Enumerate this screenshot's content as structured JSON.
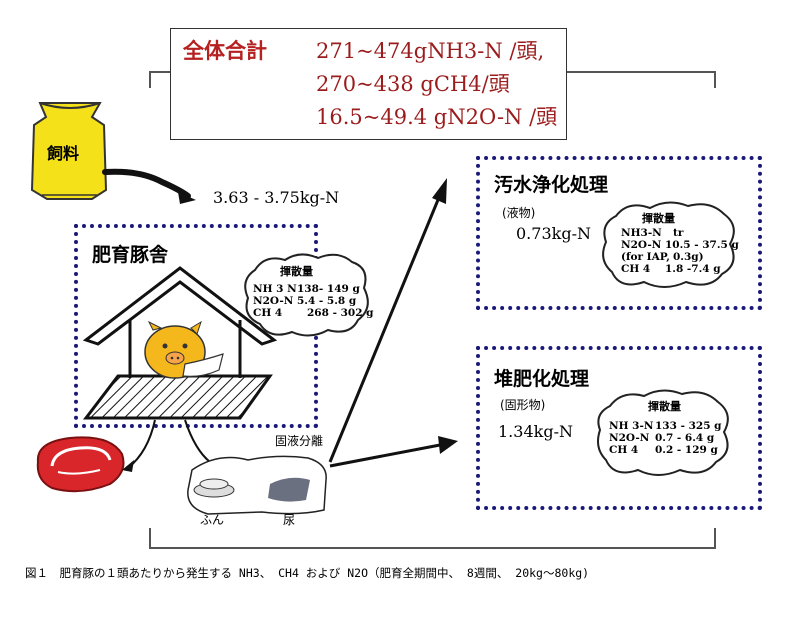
{
  "total": {
    "label": "全体合計",
    "lines": [
      "271~474gNH3-N /頭,",
      "270~438 gCH4/頭",
      "16.5~49.4 gN2O-N /頭"
    ]
  },
  "feed": {
    "label": "飼料",
    "input": "3.63 - 3.75kg-N"
  },
  "barn": {
    "title": "肥育豚舎",
    "emission_title": "揮散量",
    "emissions": [
      {
        "gas": "NH 3 N",
        "value": "138- 149 g"
      },
      {
        "gas": "N2O-N",
        "value": "5.4 - 5.8 g"
      },
      {
        "gas": "CH 4",
        "value": "268 - 302 g"
      }
    ]
  },
  "separation": {
    "label": "固液分離",
    "solid": "ふん",
    "liquid": "尿"
  },
  "wastewater": {
    "title": "汚水浄化処理",
    "state": "(液物)",
    "amount": "0.73kg-N",
    "emission_title": "揮散量",
    "emissions": [
      {
        "gas": "NH3-N",
        "value": "tr"
      },
      {
        "gas": "N2O-N",
        "value": "10.5 - 37.5 g"
      },
      {
        "gas": "(for IAP,",
        "value": "0.3g)"
      },
      {
        "gas": "CH 4",
        "value": "1.8 -7.4 g"
      }
    ]
  },
  "compost": {
    "title": "堆肥化処理",
    "state": "(固形物)",
    "amount": "1.34kg-N",
    "emission_title": "揮散量",
    "emissions": [
      {
        "gas": "NH 3-N",
        "value": "133 - 325 g"
      },
      {
        "gas": "N2O-N",
        "value": "0.7 - 6.4 g"
      },
      {
        "gas": "CH 4",
        "value": "0.2 - 129 g"
      }
    ]
  },
  "caption": "図１　肥育豚の１頭あたりから発生する NH3、 CH4 および N2O（肥育全期間中、 8週間、 20kg～80kg)",
  "colors": {
    "total_text": "#9b1c1c",
    "dotted_border": "#1a1a7a",
    "feed_bag": "#f5e11a",
    "pig": "#f4b81c",
    "meat": "#d9262b"
  }
}
